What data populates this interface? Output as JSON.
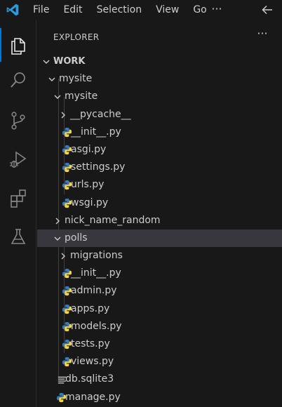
{
  "menu": {
    "items": [
      "File",
      "Edit",
      "Selection",
      "View",
      "Go"
    ],
    "more": "···"
  },
  "activity_bar": {
    "items": [
      "explorer-icon",
      "search-icon",
      "source-control-icon",
      "run-debug-icon",
      "extensions-icon",
      "testing-icon"
    ],
    "active": "explorer-icon"
  },
  "explorer": {
    "title": "EXPLORER",
    "more": "···",
    "workspace": "WORK",
    "tree": [
      {
        "label": "mysite",
        "type": "folder",
        "expanded": true,
        "depth": 1
      },
      {
        "label": "mysite",
        "type": "folder",
        "expanded": true,
        "depth": 2
      },
      {
        "label": "__pycache__",
        "type": "folder",
        "expanded": false,
        "depth": 3
      },
      {
        "label": "__init__.py",
        "type": "python",
        "depth": 3
      },
      {
        "label": "asgi.py",
        "type": "python",
        "depth": 3
      },
      {
        "label": "settings.py",
        "type": "python",
        "depth": 3
      },
      {
        "label": "urls.py",
        "type": "python",
        "depth": 3
      },
      {
        "label": "wsgi.py",
        "type": "python",
        "depth": 3
      },
      {
        "label": "nick_name_random",
        "type": "folder",
        "expanded": false,
        "depth": 2
      },
      {
        "label": "polls",
        "type": "folder",
        "expanded": true,
        "depth": 2,
        "selected": true
      },
      {
        "label": "migrations",
        "type": "folder",
        "expanded": false,
        "depth": 3
      },
      {
        "label": "__init__.py",
        "type": "python",
        "depth": 3
      },
      {
        "label": "admin.py",
        "type": "python",
        "depth": 3
      },
      {
        "label": "apps.py",
        "type": "python",
        "depth": 3
      },
      {
        "label": "models.py",
        "type": "python",
        "depth": 3
      },
      {
        "label": "tests.py",
        "type": "python",
        "depth": 3
      },
      {
        "label": "views.py",
        "type": "python",
        "depth": 3
      },
      {
        "label": "db.sqlite3",
        "type": "text",
        "depth": 2
      },
      {
        "label": "manage.py",
        "type": "python",
        "depth": 2
      }
    ]
  },
  "colors": {
    "background": "#181818",
    "selection": "#37373d",
    "accent": "#0078d4",
    "python_blue": "#3a7cb8",
    "python_yellow": "#f5d44a"
  }
}
